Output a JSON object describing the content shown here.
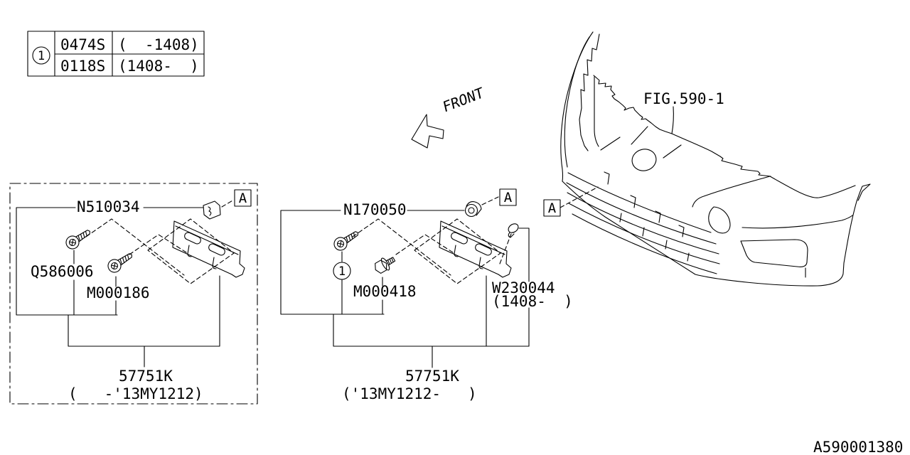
{
  "diagram": {
    "id": "A590001380",
    "fig_ref": "FIG.590-1",
    "front_label": "FRONT",
    "colors": {
      "line": "#000000",
      "background": "#ffffff"
    }
  },
  "ref_table": {
    "callout": "1",
    "rows": [
      {
        "part_no": "0474S",
        "applicability": "(  -1408)"
      },
      {
        "part_no": "0118S",
        "applicability": "(1408-  )"
      }
    ]
  },
  "left_assembly": {
    "assembly_no": "57751K",
    "applicability": "(   -'13MY1212)",
    "callout": "A",
    "parts": {
      "clip_nut": "N510034",
      "screw_1": "Q586006",
      "screw_2": "M000186"
    }
  },
  "middle_assembly": {
    "assembly_no": "57751K",
    "applicability": "('13MY1212-   )",
    "callout": "A",
    "ref_callout": "1",
    "parts": {
      "nut": "N170050",
      "bolt": "M000418",
      "clip": "W230044",
      "clip_applicability": "(1408-  )"
    }
  },
  "bumper": {
    "callout": "A"
  }
}
